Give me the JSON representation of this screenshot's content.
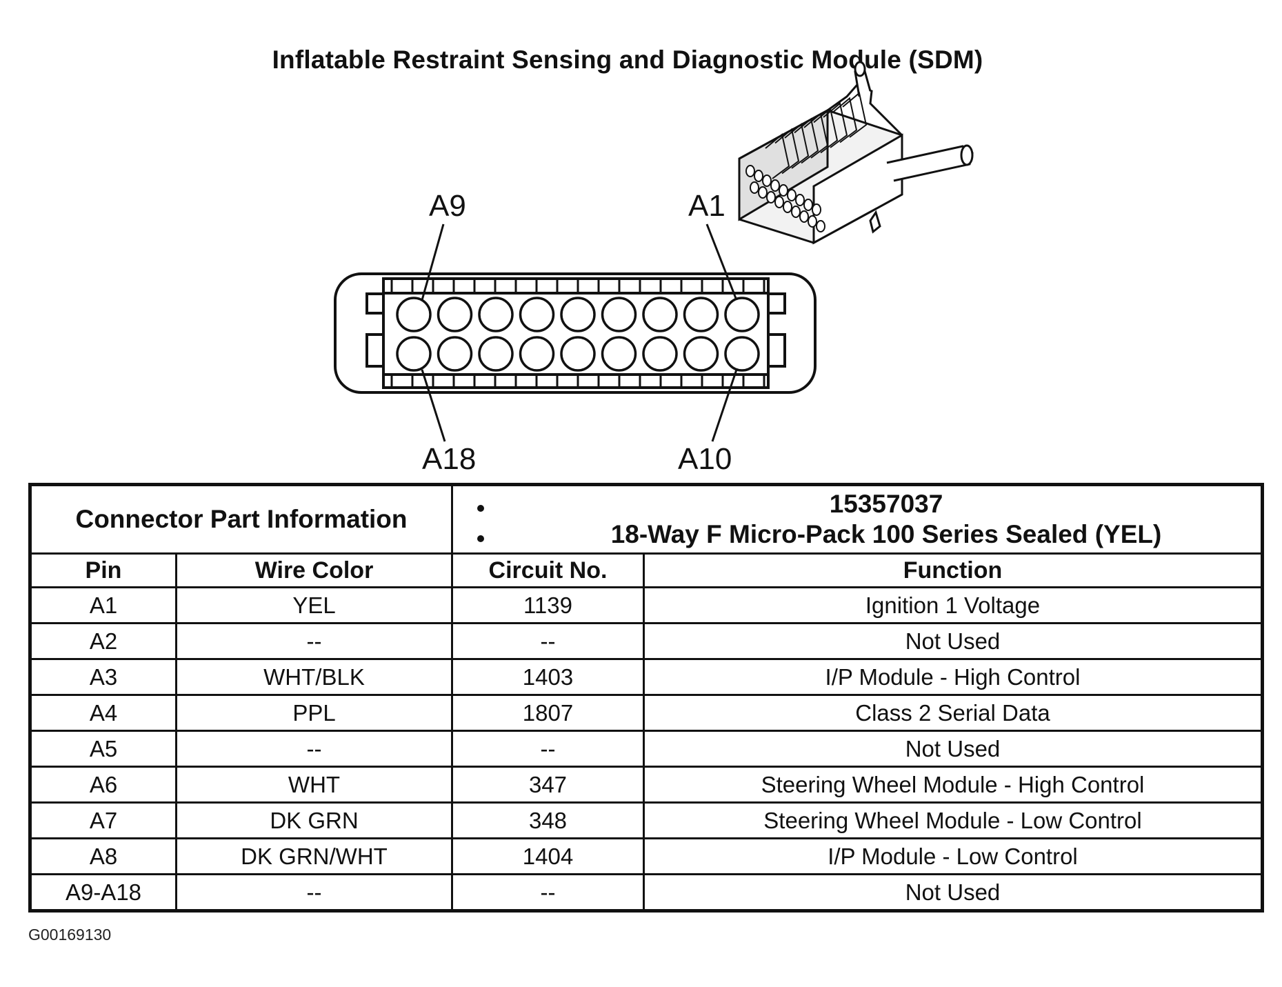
{
  "title": "Inflatable Restraint Sensing and Diagnostic Module (SDM)",
  "diagram": {
    "labels": {
      "top_left": "A9",
      "top_right": "A1",
      "bottom_left": "A18",
      "bottom_right": "A10"
    }
  },
  "connector_info": {
    "label": "Connector Part Information",
    "items": [
      "15357037",
      "18-Way F Micro-Pack 100 Series Sealed (YEL)"
    ]
  },
  "table": {
    "headers": {
      "pin": "Pin",
      "wire_color": "Wire Color",
      "circuit": "Circuit No.",
      "function": "Function"
    },
    "rows": [
      {
        "pin": "A1",
        "wire_color": "YEL",
        "circuit": "1139",
        "function": "Ignition 1 Voltage"
      },
      {
        "pin": "A2",
        "wire_color": "--",
        "circuit": "--",
        "function": "Not Used"
      },
      {
        "pin": "A3",
        "wire_color": "WHT/BLK",
        "circuit": "1403",
        "function": "I/P Module - High Control"
      },
      {
        "pin": "A4",
        "wire_color": "PPL",
        "circuit": "1807",
        "function": "Class 2 Serial Data"
      },
      {
        "pin": "A5",
        "wire_color": "--",
        "circuit": "--",
        "function": "Not Used"
      },
      {
        "pin": "A6",
        "wire_color": "WHT",
        "circuit": "347",
        "function": "Steering Wheel Module - High Control"
      },
      {
        "pin": "A7",
        "wire_color": "DK GRN",
        "circuit": "348",
        "function": "Steering Wheel Module - Low Control"
      },
      {
        "pin": "A8",
        "wire_color": "DK GRN/WHT",
        "circuit": "1404",
        "function": "I/P Module - Low Control"
      },
      {
        "pin": "A9-A18",
        "wire_color": "--",
        "circuit": "--",
        "function": "Not Used"
      }
    ]
  },
  "figure_code": "G00169130"
}
